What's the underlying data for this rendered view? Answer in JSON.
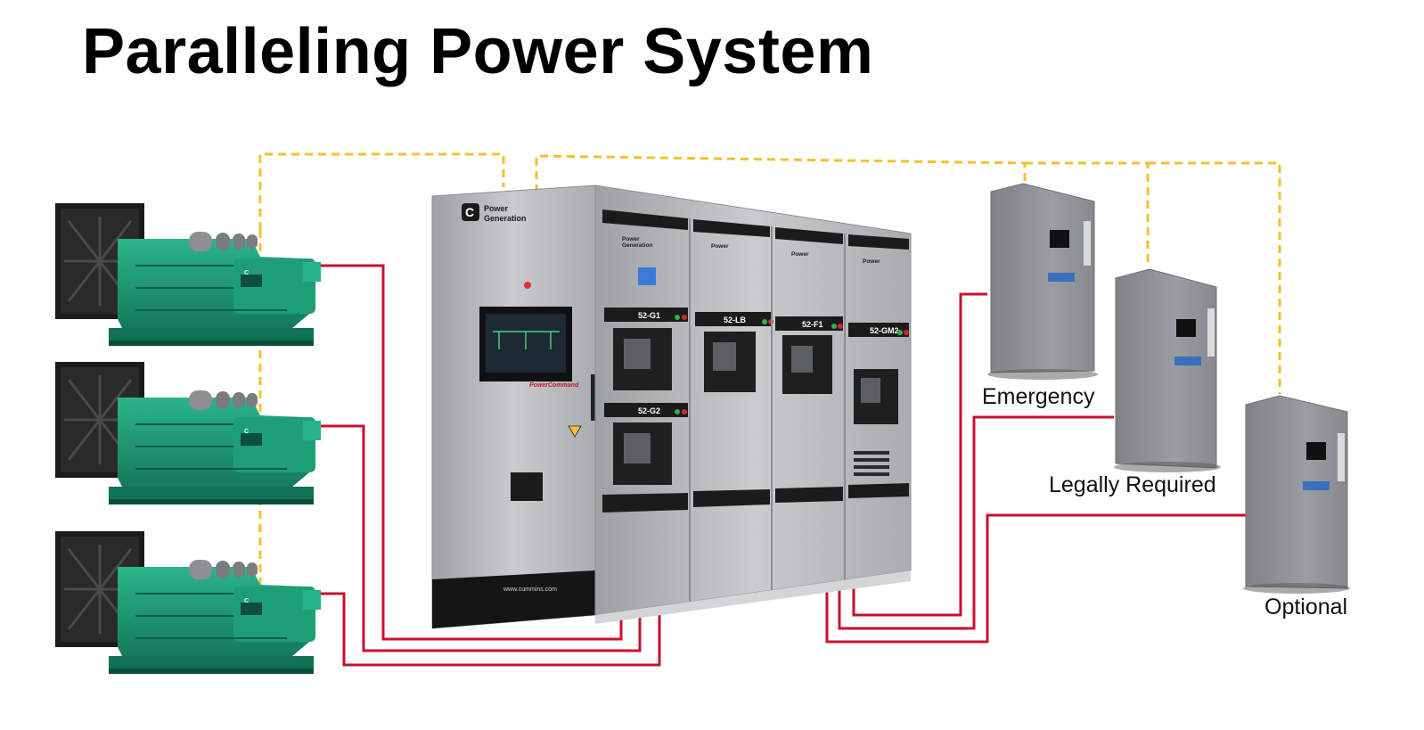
{
  "title": "Paralleling Power System",
  "labels": {
    "emergency": "Emergency",
    "legally_required": "Legally Required",
    "optional": "Optional"
  },
  "gear": {
    "brand_line1": "Power",
    "brand_line2": "Generation",
    "section_g1": "52-G1",
    "section_lb": "52-LB",
    "section_f1": "52-F1",
    "section_gm2": "52-GM2",
    "section_g2": "52-G2",
    "controller_brand": "PowerCommand",
    "website": "www.cummins.com"
  },
  "colors": {
    "control_wire": "#f2c12e",
    "power_wire": "#c8102e",
    "generator": "#1f9a72",
    "cabinet": "#b9bcbf"
  }
}
